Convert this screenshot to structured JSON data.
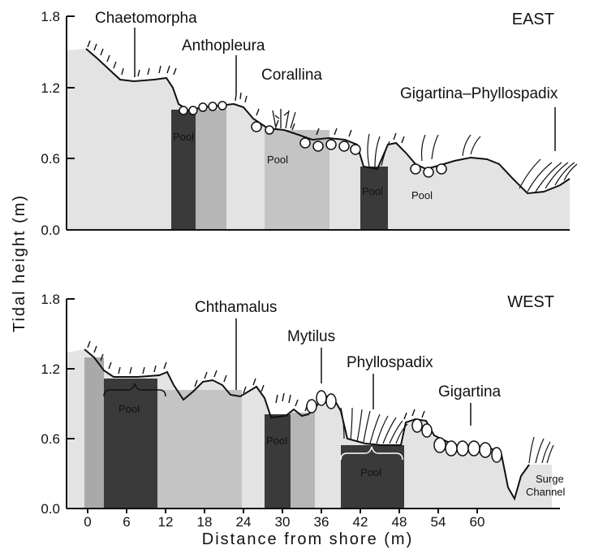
{
  "y_axis_title": "Tidal height (m)",
  "x_axis_title": "Distance from shore (m)",
  "x_ticks": [
    "0",
    "6",
    "12",
    "18",
    "24",
    "30",
    "36",
    "42",
    "48",
    "54",
    "60"
  ],
  "east": {
    "title": "EAST",
    "y_ticks": [
      "1.8",
      "1.2",
      "0.6",
      "0.0"
    ],
    "organisms": [
      "Chaetomorpha",
      "Anthopleura",
      "Corallina",
      "Gigartina–Phyllospadix"
    ],
    "pools": [
      "Pool",
      "Pool",
      "Pool",
      "Pool"
    ]
  },
  "west": {
    "title": "WEST",
    "y_ticks": [
      "1.8",
      "1.2",
      "0.6",
      "0.0"
    ],
    "organisms": [
      "Chthamalus",
      "Mytilus",
      "Phyllospadix",
      "Gigartina"
    ],
    "pools": [
      "Pool",
      "Pool",
      "Pool"
    ],
    "channel_label": [
      "Surge",
      "Channel"
    ]
  },
  "colors": {
    "ground_light": "#e3e3e3",
    "ground_mid": "#bdbdbd",
    "pool_dark": "#3a3a3a",
    "ink": "#111111"
  }
}
